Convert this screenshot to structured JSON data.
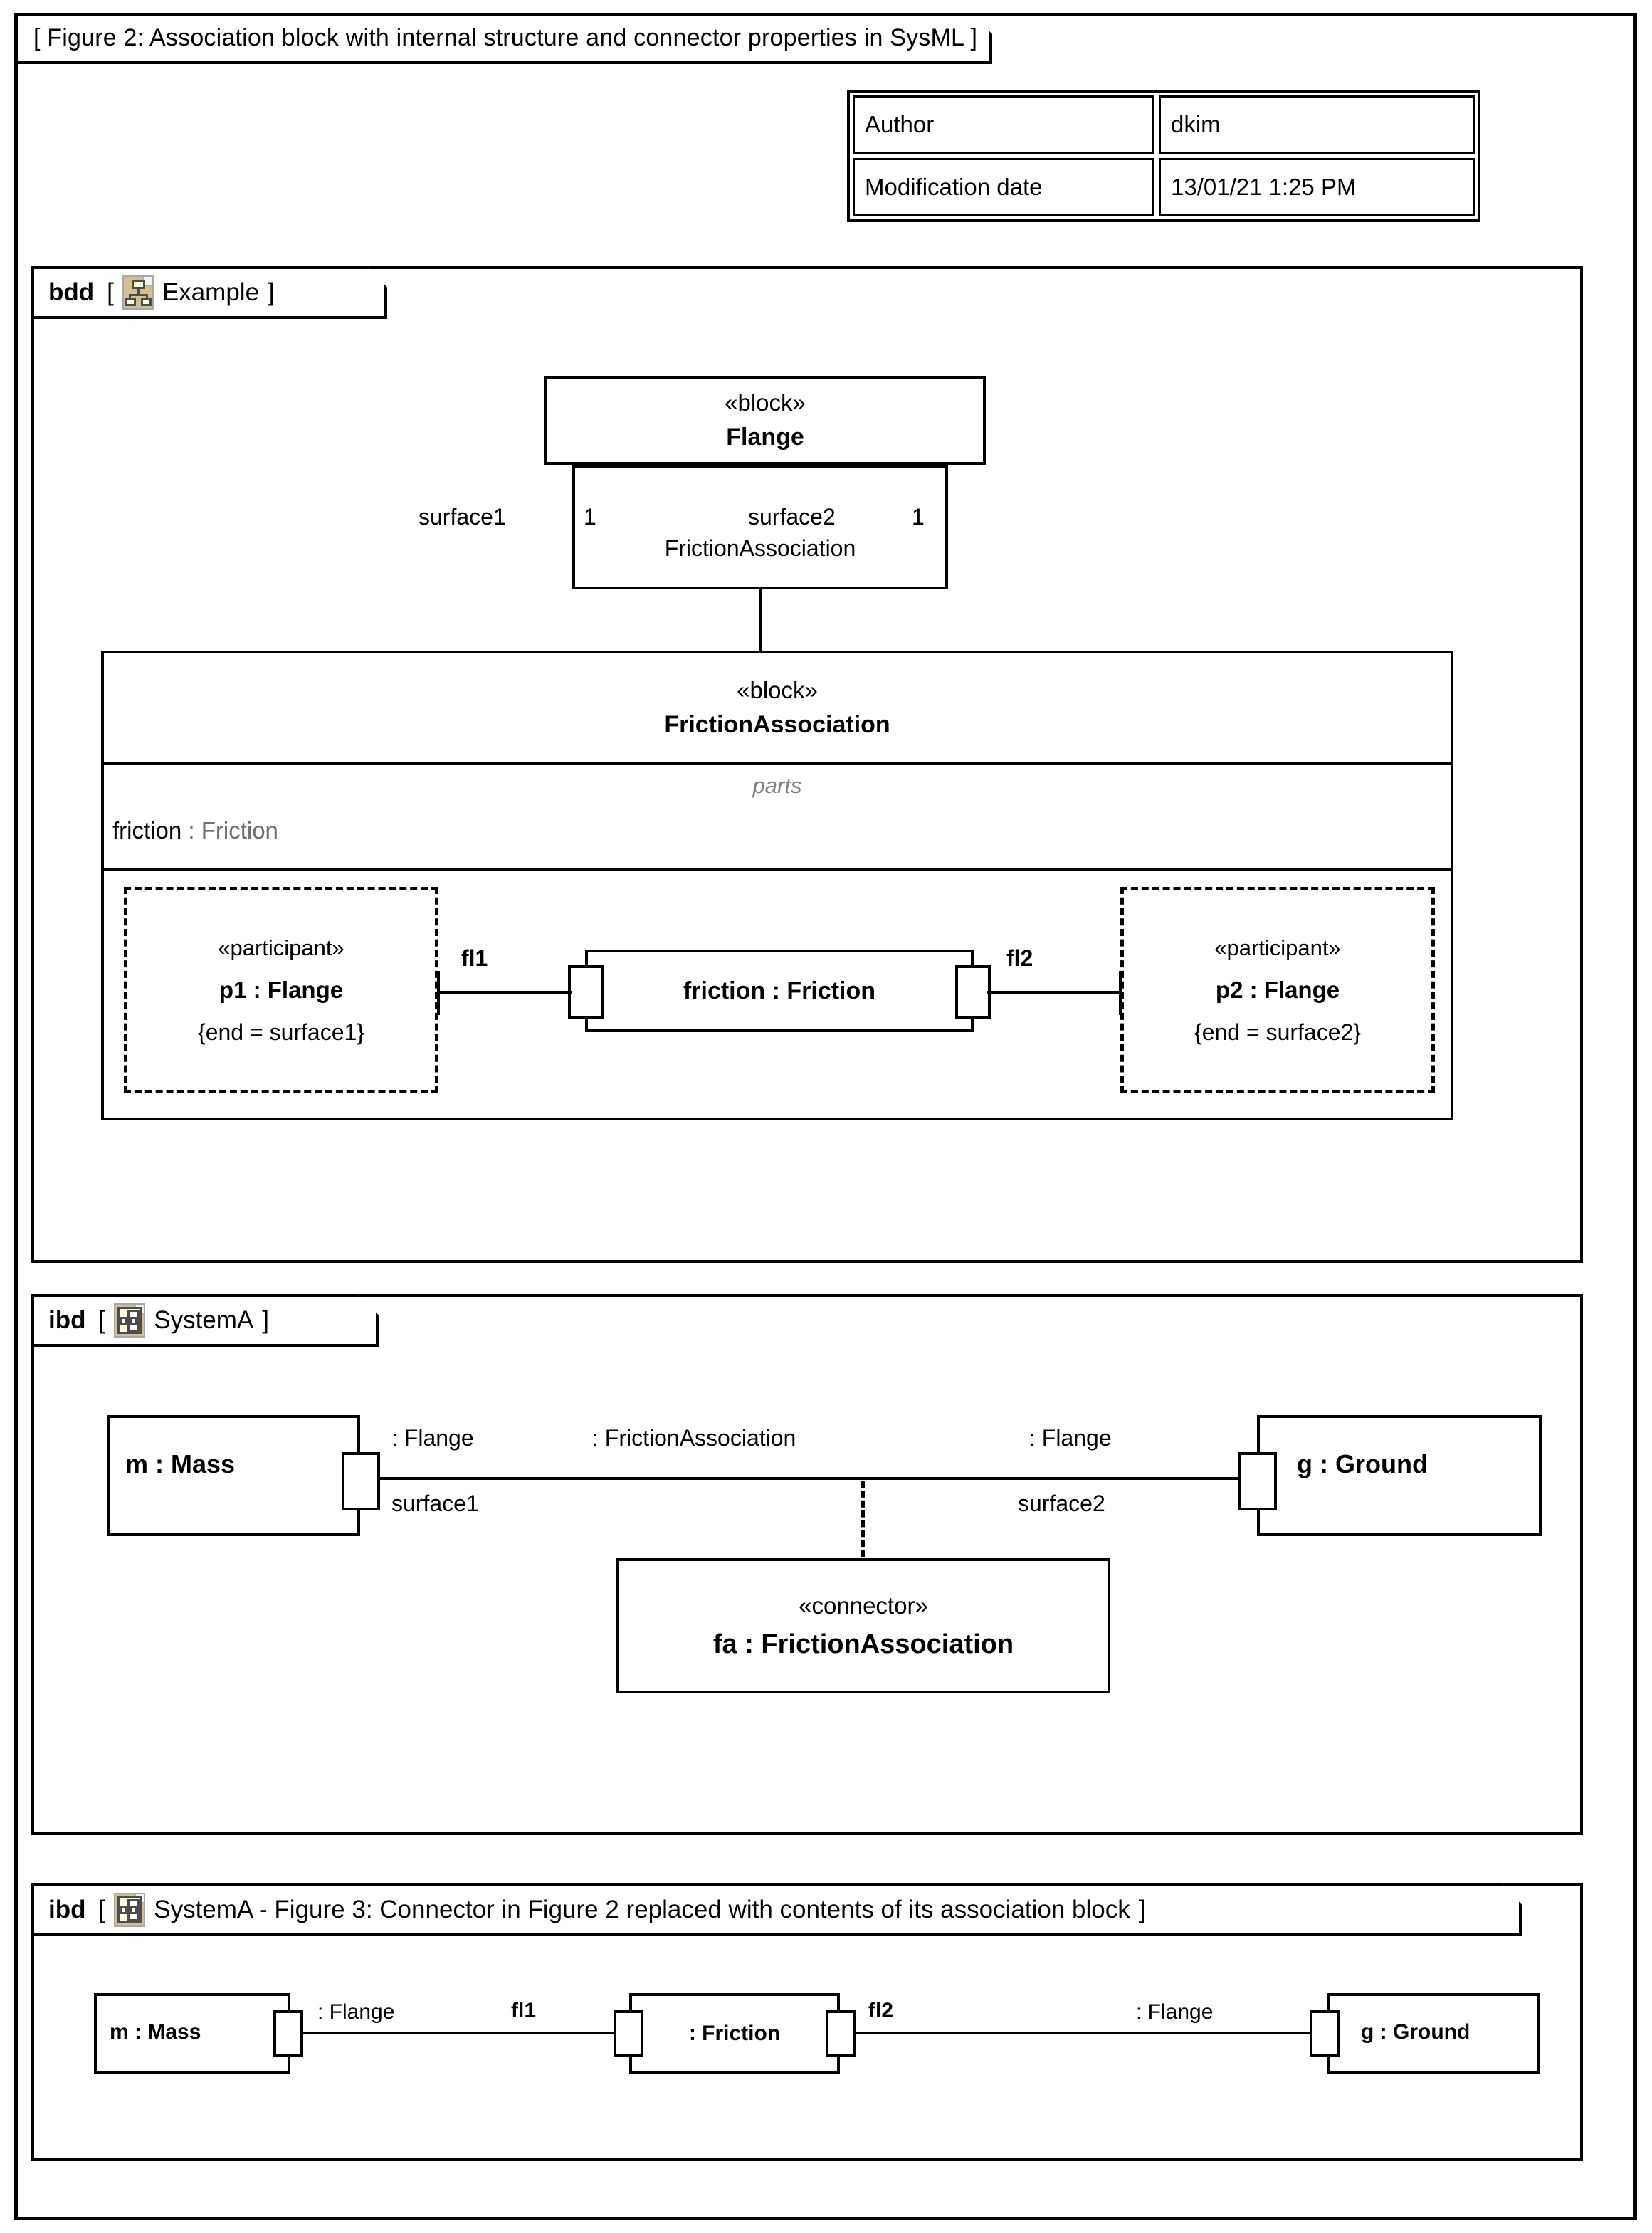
{
  "frame": {
    "title": "[ Figure 2: Association block with internal structure and connector properties in SysML ]"
  },
  "meta_table": {
    "rows": [
      {
        "key": "Author",
        "value": "dkim"
      },
      {
        "key": "Modification date",
        "value": "13/01/21 1:25 PM"
      }
    ]
  },
  "bdd": {
    "kind": "bdd",
    "bracket_open": "[",
    "bracket_close": "]",
    "icon": "block-definition-diagram-icon",
    "label": "Example",
    "flange_block": {
      "stereotype": "«block»",
      "name": "Flange"
    },
    "association": {
      "name": "FrictionAssociation",
      "end1_role": "surface1",
      "end1_mult": "1",
      "end2_role": "surface2",
      "end2_mult": "1"
    },
    "friction_association_block": {
      "stereotype": "«block»",
      "name": "FrictionAssociation",
      "parts_compartment_label": "parts",
      "parts": [
        {
          "name": "friction",
          "sep": " : ",
          "type": "Friction"
        }
      ],
      "internal": {
        "participant1": {
          "stereotype": "«participant»",
          "name": "p1 : Flange",
          "constraint": "{end = surface1}"
        },
        "participant2": {
          "stereotype": "«participant»",
          "name": "p2 : Flange",
          "constraint": "{end = surface2}"
        },
        "part": {
          "name": "friction : Friction"
        },
        "connector1": "fl1",
        "connector2": "fl2"
      }
    }
  },
  "ibd_systema": {
    "kind": "ibd",
    "bracket_open": "[",
    "bracket_close": "]",
    "icon": "internal-block-diagram-icon",
    "label": "SystemA",
    "parts": {
      "left": "m : Mass",
      "right": "g : Ground"
    },
    "connector": {
      "left_port_type": ": Flange",
      "left_port_name": "surface1",
      "middle_type": ": FrictionAssociation",
      "right_port_type": ": Flange",
      "right_port_name": "surface2"
    },
    "connector_block": {
      "stereotype": "«connector»",
      "name": "fa : FrictionAssociation"
    }
  },
  "ibd_systema_expanded": {
    "kind": "ibd",
    "bracket_open": "[",
    "bracket_close": "]",
    "icon": "internal-block-diagram-icon",
    "label": "SystemA - Figure 3: Connector in Figure 2 replaced with contents of its association block",
    "parts": {
      "left": "m : Mass",
      "middle": ": Friction",
      "right": "g : Ground"
    },
    "labels": {
      "left_type": ": Flange",
      "conn1": "fl1",
      "conn2": "fl2",
      "right_type": ": Flange"
    }
  },
  "colors": {
    "line": "#000000",
    "paper": "#ffffff",
    "icon_sheet": "#d3bf91",
    "icon_node": "#fdfbe0",
    "muted_text": "#808080"
  }
}
